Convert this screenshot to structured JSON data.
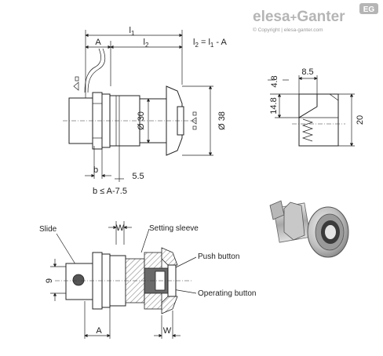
{
  "brand": {
    "name_part1": "elesa",
    "plus": "+",
    "name_part2": "Ganter",
    "badge": "EG",
    "copyright": "© Copyright | elesa-ganter.com",
    "colors": {
      "brand_gray": "#b5b5b5",
      "line": "#222222",
      "hatch": "#9a9a9a",
      "photo_metal": "#c8c8c8",
      "dark_core": "#3a3a3a"
    }
  },
  "main_view": {
    "dim_l1": "l1",
    "dim_l1_main": "l",
    "dim_l1_sub": "1",
    "dim_A": "A",
    "dim_l2_main": "l",
    "dim_l2_sub": "2",
    "formula_l2": "l",
    "formula_l2_sub": "2",
    "formula_eq": " = l",
    "formula_l1_sub": "1",
    "formula_rest": " - A",
    "dim_d30": "Ø 30",
    "dim_d38": "Ø 38",
    "dim_b": "b",
    "dim_55": "5.5",
    "formula_b": "b ≤ A-7.5"
  },
  "side_view": {
    "dim_48": "4.8",
    "dim_85": "8.5",
    "dim_148": "14.8",
    "dim_20": "20"
  },
  "section_view": {
    "label_slide": "Slide",
    "label_setting_sleeve": "Setting sleeve",
    "label_push_button": "Push button",
    "label_operating_button": "Operating button",
    "dim_w_top": "W",
    "dim_w_bottom": "W",
    "dim_9": "9",
    "dim_A": "A"
  }
}
